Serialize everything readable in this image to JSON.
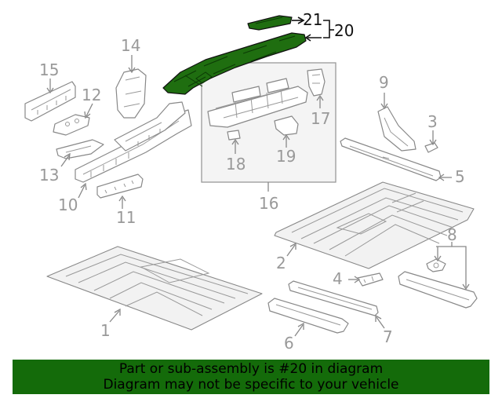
{
  "diagram": {
    "callouts": {
      "c1": "1",
      "c2": "2",
      "c3": "3",
      "c4": "4",
      "c5": "5",
      "c6": "6",
      "c7": "7",
      "c8": "8",
      "c9": "9",
      "c10": "10",
      "c11": "11",
      "c12": "12",
      "c13": "13",
      "c14": "14",
      "c15": "15",
      "c16": "16",
      "c17": "17",
      "c18": "18",
      "c19": "19",
      "c20": "20",
      "c21": "21"
    },
    "highlighted_part": "20",
    "highlight_color": "#1f6e10"
  },
  "banner": {
    "line1": "Part or sub-assembly is #20 in diagram",
    "line2": "Diagram may not be specific to your vehicle",
    "background": "#146b0a"
  }
}
